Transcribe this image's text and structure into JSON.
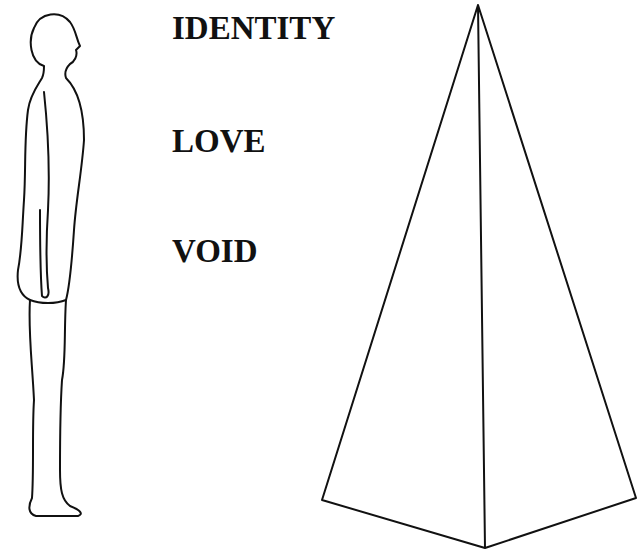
{
  "diagram": {
    "labels": [
      "IDENTITY",
      "LOVE",
      "VOID"
    ]
  }
}
